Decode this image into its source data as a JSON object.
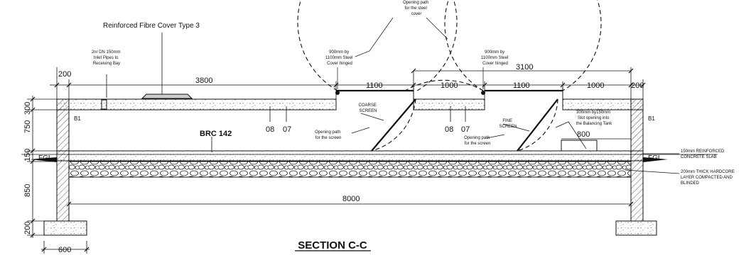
{
  "title": "SECTION C-C",
  "dimensions": {
    "d200_left": "200",
    "d3800": "3800",
    "d1100_a": "1100",
    "d1000_a": "1000",
    "d1100_b": "1100",
    "d1000_b": "1000",
    "d3100": "3100",
    "d200_right": "200",
    "d800": "800",
    "d8000": "8000",
    "d600": "600",
    "v300": "300",
    "v750": "750",
    "v150": "150",
    "v850": "850",
    "v200": "200"
  },
  "labels": {
    "cover_type": "Reinforced Fibre Cover Type 3",
    "inlet_pipes": [
      "2nr DN 150mm",
      "Inlet Pipes to",
      "Receiving Bay"
    ],
    "steel_cover_a": [
      "900mm by",
      "1100mm Steel",
      "Cover hinged"
    ],
    "steel_cover_b": [
      "900mm by",
      "1100mm Steel",
      "Cover hinged"
    ],
    "opening_path_cover": [
      "Opening path",
      "for the steel",
      "cover"
    ],
    "coarse_screen": [
      "COARSE",
      "SCREEN"
    ],
    "fine_screen": [
      "FINE",
      "SCREEN"
    ],
    "opening_path_screen_a": [
      "Opening path",
      "for the screen"
    ],
    "opening_path_screen_b": [
      "Opening path",
      "for the screen"
    ],
    "slot_opening": [
      "300mm by150mm",
      "Slot opening into",
      "the Balancing Tank"
    ],
    "slab_note": [
      "150mm REINFORCED",
      "CONCRETE SLAB"
    ],
    "hardcore_note": [
      "200mm THICK HARDCORE",
      "LAYER COMPACTED AND",
      "BLINDED"
    ],
    "brc": "BRC 142",
    "b1_left": "B1",
    "b1_right": "B1",
    "fgl_left": "FGL",
    "fgl_right": "FGL",
    "ref_08_a": "08",
    "ref_07_a": "07",
    "ref_08_b": "08",
    "ref_07_b": "07"
  }
}
